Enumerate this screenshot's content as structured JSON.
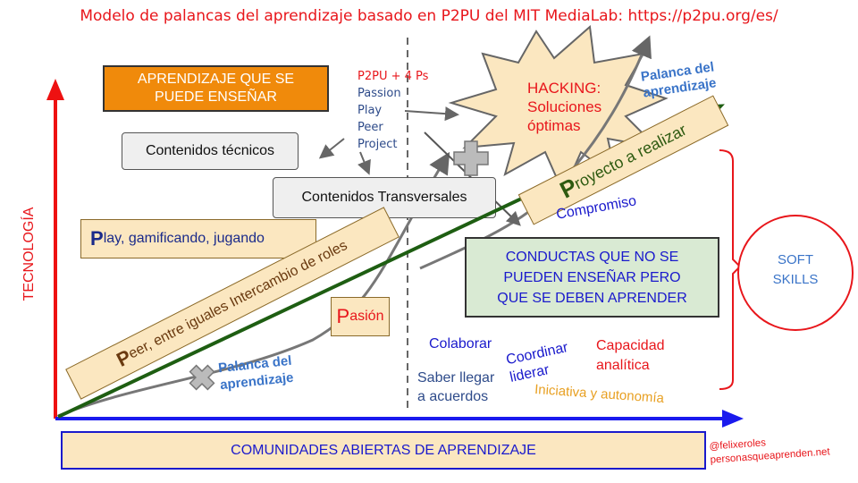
{
  "title": "Modelo de palancas del aprendizaje basado en P2PU del MIT MediaLab: https://p2pu.org/es/",
  "teachable": {
    "line1": "APRENDIZAJE QUE SE",
    "line2": "PUEDE ENSEÑAR"
  },
  "p2pu": {
    "heading": "P2PU + 4 Ps",
    "items": [
      "Passion",
      "Play",
      "Peer",
      "Project"
    ]
  },
  "hacking": {
    "line1": "HACKING:",
    "line2": "Soluciones",
    "line3": "óptimas"
  },
  "lever_top": {
    "line1": "Palanca del",
    "line2": "aprendizaje"
  },
  "lever_bottom": {
    "line1": "Palanca del",
    "line2": "aprendizaje"
  },
  "technical_content": "Contenidos técnicos",
  "transversal_content": "Contenidos Transversales",
  "play": {
    "initial": "P",
    "rest": "lay, gamificando, jugando"
  },
  "peer": {
    "initial": "P",
    "rest": "eer, entre iguales Intercambio de roles"
  },
  "passion": {
    "initial": "P",
    "rest": "asión"
  },
  "project": {
    "initial": "P",
    "rest": "royecto a realizar"
  },
  "commitment": "Compromiso",
  "behaviors": {
    "line1": "CONDUCTAS QUE NO SE",
    "line2": "PUEDEN ENSEÑAR PERO",
    "line3": "QUE SE DEBEN APRENDER"
  },
  "soft_skills": {
    "line1": "SOFT",
    "line2": "SKILLS"
  },
  "skills": {
    "collaborate": "Colaborar",
    "coordinate": "Coordinar",
    "lead": "liderar",
    "agree1": "Saber llegar",
    "agree2": "a acuerdos",
    "analytic1": "Capacidad",
    "analytic2": "analítica",
    "initiative": "Iniciativa y autonomía"
  },
  "y_axis": "TECNOLOGÍA",
  "x_box": "COMUNIDADES ABIERTAS DE APRENDIZAJE",
  "credit": {
    "handle": "@felixeroles",
    "site": "personasqueaprenden.net"
  }
}
